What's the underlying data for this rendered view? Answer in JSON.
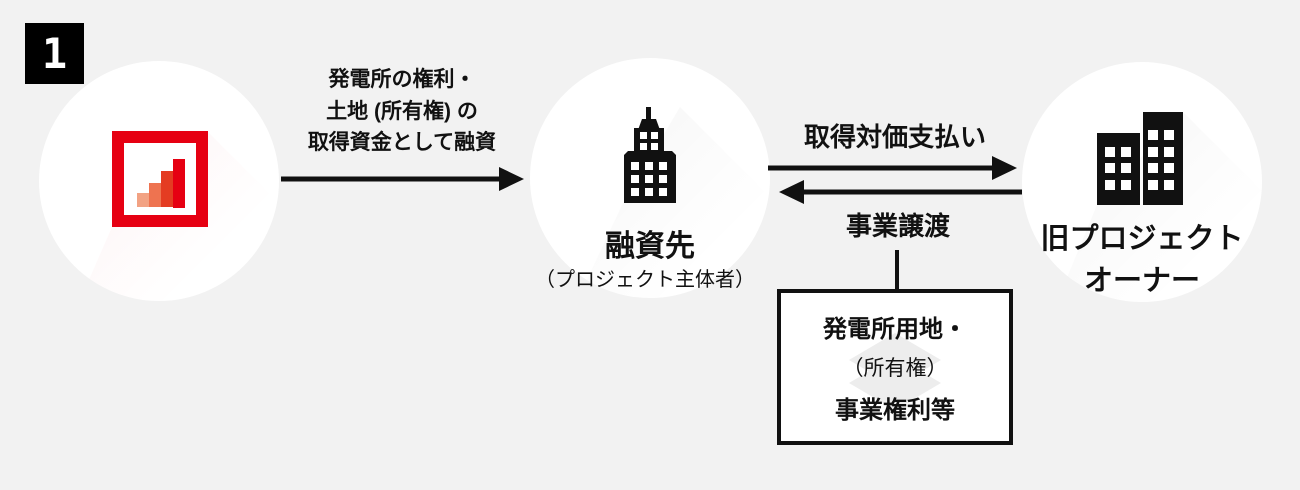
{
  "colors": {
    "background": "#f2f2f2",
    "ink": "#111111",
    "brand_red": "#e60012",
    "circle_fill": "#ffffff",
    "bar_colors": [
      "#f2a283",
      "#ee7350",
      "#e43c22",
      "#e60012"
    ],
    "watermark_gray": "#ededed"
  },
  "badge": {
    "label": "1"
  },
  "nodes": {
    "lender": {
      "icon": "bar-chart-logo-icon"
    },
    "borrower": {
      "title": "融資先",
      "subtitle": "（プロジェクト主体者）",
      "icon": "skyscraper-icon"
    },
    "old_owner": {
      "title_line1": "旧プロジェクト",
      "title_line2": "オーナー",
      "icon": "two-buildings-icon"
    }
  },
  "arrows": {
    "loan": {
      "direction": "right",
      "label_lines": [
        "発電所の権利・",
        "土地 (所有権) の",
        "取得資金として融資"
      ]
    },
    "payment": {
      "direction": "right",
      "label": "取得対価支払い"
    },
    "transfer": {
      "direction": "left",
      "label": "事業譲渡"
    }
  },
  "asset_box": {
    "lines": [
      {
        "text": "発電所用地・",
        "bold": true
      },
      {
        "text": "（所有権）",
        "bold": false
      },
      {
        "text": "事業権利等",
        "bold": true
      }
    ]
  }
}
